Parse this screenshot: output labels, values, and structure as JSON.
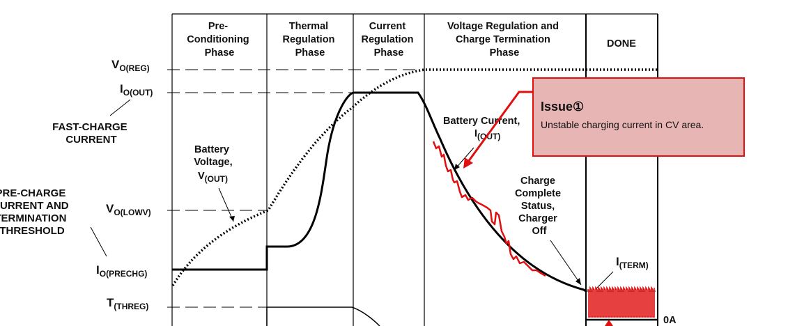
{
  "phases": [
    {
      "lines": [
        "Pre-",
        "Conditioning",
        "Phase"
      ]
    },
    {
      "lines": [
        "Thermal",
        "Regulation",
        "Phase"
      ]
    },
    {
      "lines": [
        "Current",
        "Regulation",
        "Phase"
      ]
    },
    {
      "lines": [
        "Voltage Regulation and",
        "Charge Termination",
        "Phase"
      ]
    },
    {
      "lines": [
        "DONE"
      ]
    }
  ],
  "levels": {
    "vo_reg": {
      "main": "V",
      "sub": "O(REG)"
    },
    "io_out": {
      "main": "I",
      "sub": "O(OUT)"
    },
    "vo_lowv": {
      "main": "V",
      "sub": "O(LOWV)"
    },
    "io_prechg": {
      "main": "I",
      "sub": "O(PRECHG)"
    },
    "t_threg": {
      "main": "T",
      "sub": "(THREG)"
    }
  },
  "side_labels": {
    "fast_charge": [
      "FAST-CHARGE",
      "CURRENT"
    ],
    "precharge": [
      "PRE-CHARGE",
      "CURRENT AND",
      "TERMINATION",
      "THRESHOLD"
    ]
  },
  "annotations": {
    "battery_voltage": {
      "lines": [
        "Battery",
        "Voltage,"
      ],
      "var_main": "V",
      "var_sub": "(OUT)"
    },
    "battery_current": {
      "line": "Battery Current,",
      "var_main": "I",
      "var_sub": "(OUT)"
    },
    "charge_complete": [
      "Charge",
      "Complete",
      "Status,",
      "Charger",
      "Off"
    ],
    "i_term": {
      "main": "I",
      "sub": "(TERM)"
    },
    "zero_amp": "0A"
  },
  "callout": {
    "title": "Issue①",
    "text": "Unstable charging current in CV area."
  },
  "colors": {
    "line": "#000000",
    "highlight": "#e01010",
    "callout_fill": "#e8b5b5"
  }
}
